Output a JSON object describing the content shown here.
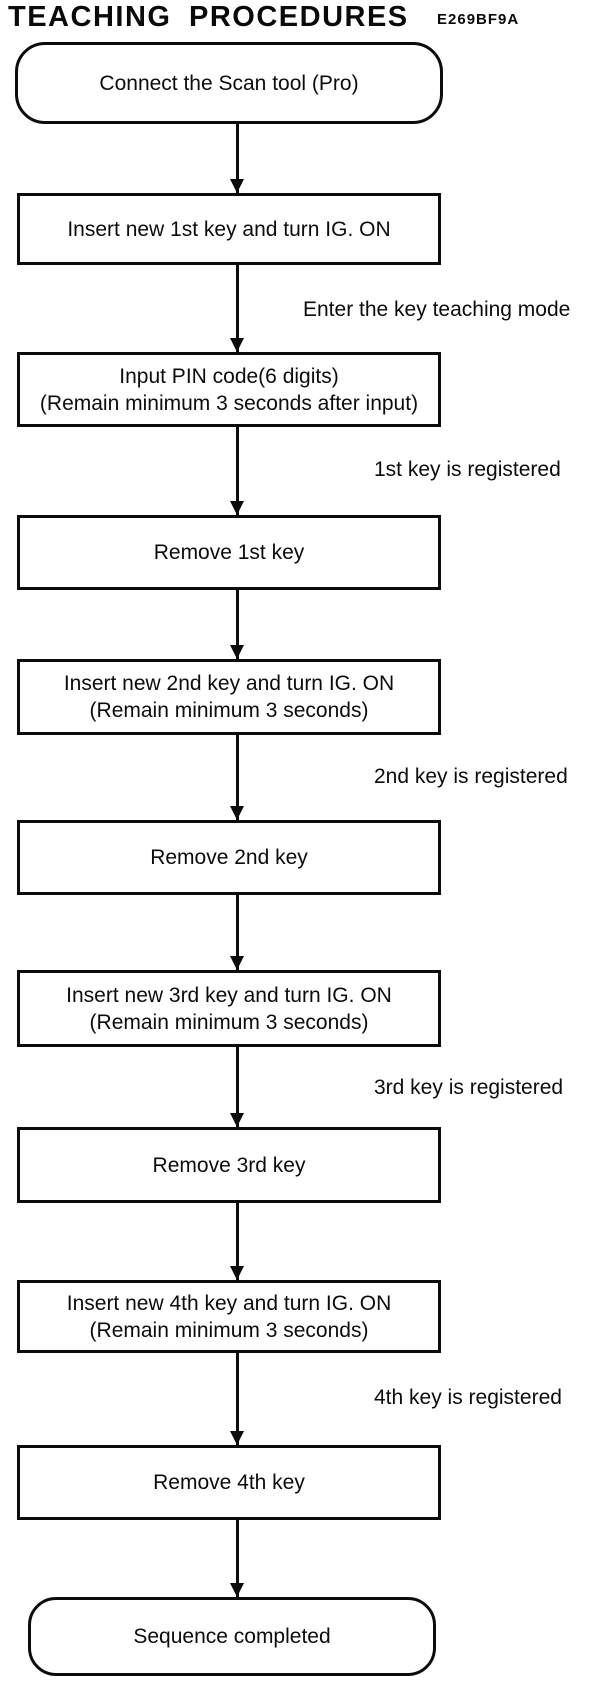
{
  "header": {
    "title": "TEACHING PROCEDURES",
    "code": "E269BF9A"
  },
  "colors": {
    "ink": "#0c0c0c",
    "background": "#ffffff"
  },
  "flow": {
    "nodes": [
      {
        "id": "start",
        "type": "terminator",
        "line1": "Connect the Scan tool (Pro)"
      },
      {
        "id": "insert-1st-key",
        "type": "process",
        "line1": "Insert new 1st key and turn IG. ON"
      },
      {
        "id": "input-pin-code",
        "type": "process",
        "line1": "Input PIN code(6 digits)",
        "line2": "(Remain minimum 3 seconds after input)"
      },
      {
        "id": "remove-1st-key",
        "type": "process",
        "line1": "Remove 1st key"
      },
      {
        "id": "insert-2nd-key",
        "type": "process",
        "line1": "Insert new 2nd key and turn IG. ON",
        "line2": "(Remain minimum 3 seconds)"
      },
      {
        "id": "remove-2nd-key",
        "type": "process",
        "line1": "Remove 2nd key"
      },
      {
        "id": "insert-3rd-key",
        "type": "process",
        "line1": "Insert new 3rd key and turn IG. ON",
        "line2": "(Remain minimum 3 seconds)"
      },
      {
        "id": "remove-3rd-key",
        "type": "process",
        "line1": "Remove 3rd key"
      },
      {
        "id": "insert-4th-key",
        "type": "process",
        "line1": "Insert new 4th key and turn IG. ON",
        "line2": "(Remain minimum 3 seconds)"
      },
      {
        "id": "remove-4th-key",
        "type": "process",
        "line1": "Remove 4th key"
      },
      {
        "id": "end",
        "type": "terminator",
        "line1": "Sequence completed"
      }
    ],
    "edge_labels": [
      {
        "text": "Enter the key teaching mode"
      },
      {
        "text": "1st key is registered"
      },
      {
        "text": "2nd key is registered"
      },
      {
        "text": "3rd key is registered"
      },
      {
        "text": "4th key is registered"
      }
    ]
  }
}
